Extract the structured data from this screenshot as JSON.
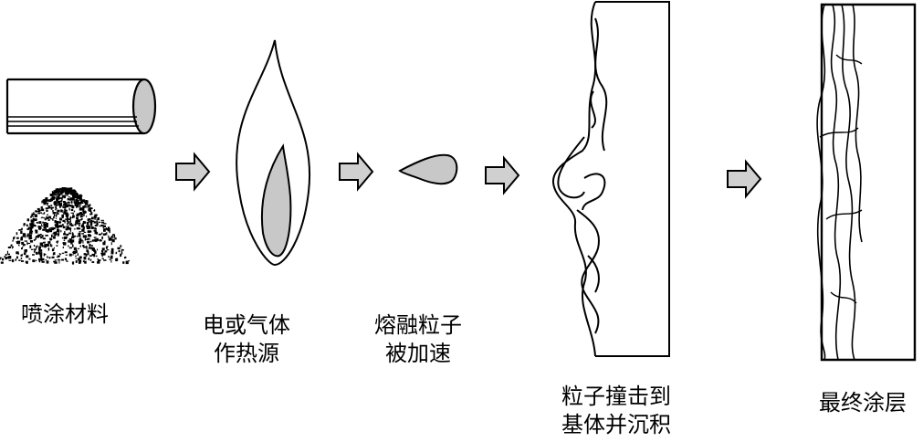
{
  "colors": {
    "line": "#000000",
    "fill_gray": "#c8c8c8",
    "arrow_fill": "#d0d0d0",
    "background": "#ffffff"
  },
  "stages": [
    {
      "id": "spray-material",
      "icon": "rod-and-powder-icon",
      "lines": [
        "喷涂材料"
      ]
    },
    {
      "id": "heat-source",
      "icon": "flame-icon",
      "lines": [
        "电或气体",
        "作热源"
      ]
    },
    {
      "id": "molten-particle",
      "icon": "particle-droplet-icon",
      "lines": [
        "熔融粒子",
        "被加速"
      ]
    },
    {
      "id": "impact-deposit",
      "icon": "substrate-splat-icon",
      "lines": [
        "粒子撞击到",
        "基体并沉积"
      ]
    },
    {
      "id": "final-coating",
      "icon": "coating-layer-icon",
      "lines": [
        "最终涂层"
      ]
    }
  ],
  "arrows": [
    "process-arrow-icon",
    "process-arrow-icon",
    "process-arrow-icon",
    "process-arrow-icon"
  ]
}
